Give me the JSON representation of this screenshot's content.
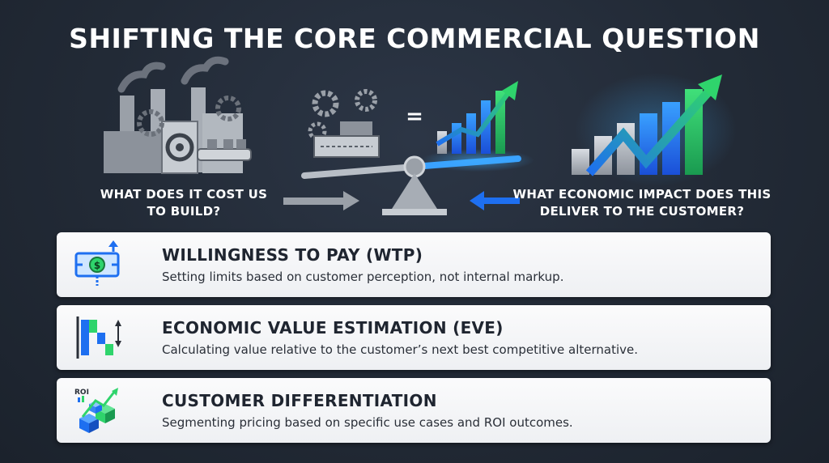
{
  "title": "SHIFTING THE CORE COMMERCIAL QUESTION",
  "comparison": {
    "left_caption": "WHAT DOES IT COST US TO BUILD?",
    "equals_sign": "=",
    "right_caption": "WHAT ECONOMIC IMPACT DOES THIS DELIVER TO THE CUSTOMER?"
  },
  "cards": [
    {
      "heading": "WILLINGNESS TO PAY (WTP)",
      "description": "Setting limits based on customer perception, not internal markup.",
      "icon": "money-bill-icon"
    },
    {
      "heading": "ECONOMIC VALUE ESTIMATION (EVE)",
      "description": "Calculating value relative to the customer’s next best competitive alternative.",
      "icon": "waterfall-chart-icon"
    },
    {
      "heading": "CUSTOMER DIFFERENTIATION",
      "description": "Segmenting pricing based on specific use cases and ROI outcomes.",
      "icon": "roi-blocks-icon",
      "icon_label": "ROI"
    }
  ],
  "colors": {
    "background": "#222a36",
    "accent_blue": "#1e6ff0",
    "accent_green": "#2fd46c",
    "card_bg": "#f3f4f6",
    "heading_text": "#1f2530"
  }
}
